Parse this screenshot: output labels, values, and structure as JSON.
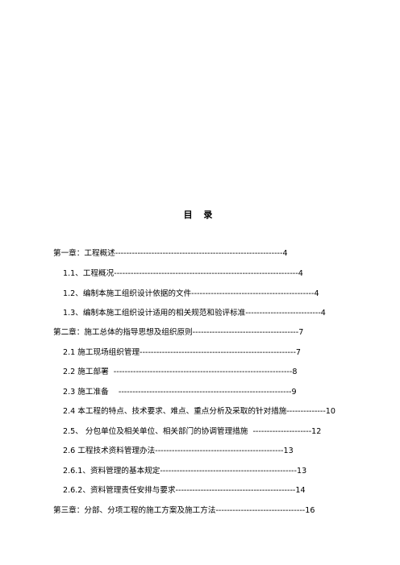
{
  "toc": {
    "title": "目 录",
    "entries": [
      {
        "text": "第一章：工程概述------------------------------------------------------------4"
      },
      {
        "text": "1.1、工程概况------------------------------------------------------------------4"
      },
      {
        "text": "1.2、编制本施工组织设计依据的文件--------------------------------------------4"
      },
      {
        "text": "1.3、编制本施工组织设计适用的相关规范和验评标准---------------------------4"
      },
      {
        "text": "第二章：施工总体的指导思想及组织原则--------------------------------------7"
      },
      {
        "text": "2.1 施工现场组织管理--------------------------------------------------------7"
      },
      {
        "text": "2.2 施工部署  ----------------------------------------------------------------8"
      },
      {
        "text": "2.3 施工准备    --------------------------------------------------------------9"
      },
      {
        "text": "2.4 本工程的特点、技术要求、难点、重点分析及采取的针对措施--------------10"
      },
      {
        "text": "2.5、 分包单位及相关单位、相关部门的协调管理措施  ---------------------12"
      },
      {
        "text": "2.6 工程技术资料管理办法----------------------------------------------13"
      },
      {
        "text": "2.6.1、资料管理的基本规定-------------------------------------------------13"
      },
      {
        "text": "2.6.2、资料管理责任安排与要求-------------------------------------------14"
      },
      {
        "text": "第三章：分部、分项工程的施工方案及施工方法--------------------------------16"
      }
    ]
  }
}
